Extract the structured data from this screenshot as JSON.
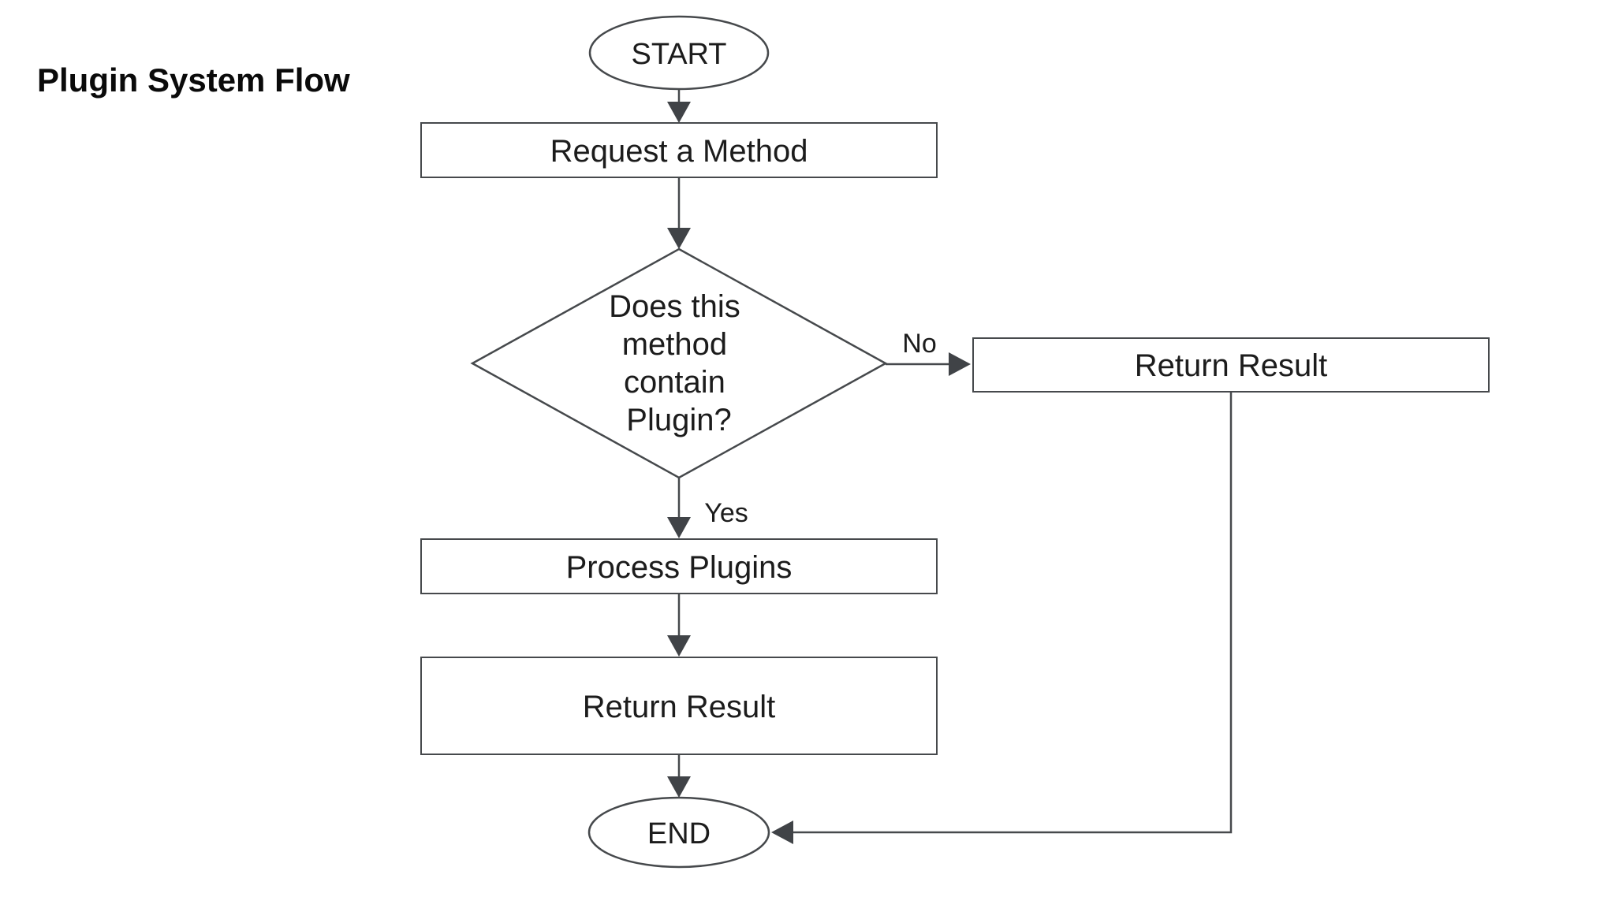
{
  "title": "Plugin System Flow",
  "colors": {
    "background": "#ffffff",
    "line": "#46494c",
    "arrow_fill": "#404347",
    "text": "#1c1c1c",
    "title_text": "#0a0a0a"
  },
  "diagram": {
    "nodes": {
      "start": {
        "type": "ellipse",
        "label": "START"
      },
      "request_method": {
        "type": "process",
        "label": "Request a Method"
      },
      "decision": {
        "type": "diamond",
        "label": "Does this method contain Plugin?",
        "lines": [
          "Does this",
          "method",
          "contain",
          "Plugin?"
        ]
      },
      "return_result_no": {
        "type": "process",
        "label": "Return Result"
      },
      "process_plugins": {
        "type": "process",
        "label": "Process Plugins"
      },
      "return_result_yes": {
        "type": "process",
        "label": "Return Result"
      },
      "end": {
        "type": "ellipse",
        "label": "END"
      }
    },
    "edges": {
      "no_label": "No",
      "yes_label": "Yes"
    }
  }
}
